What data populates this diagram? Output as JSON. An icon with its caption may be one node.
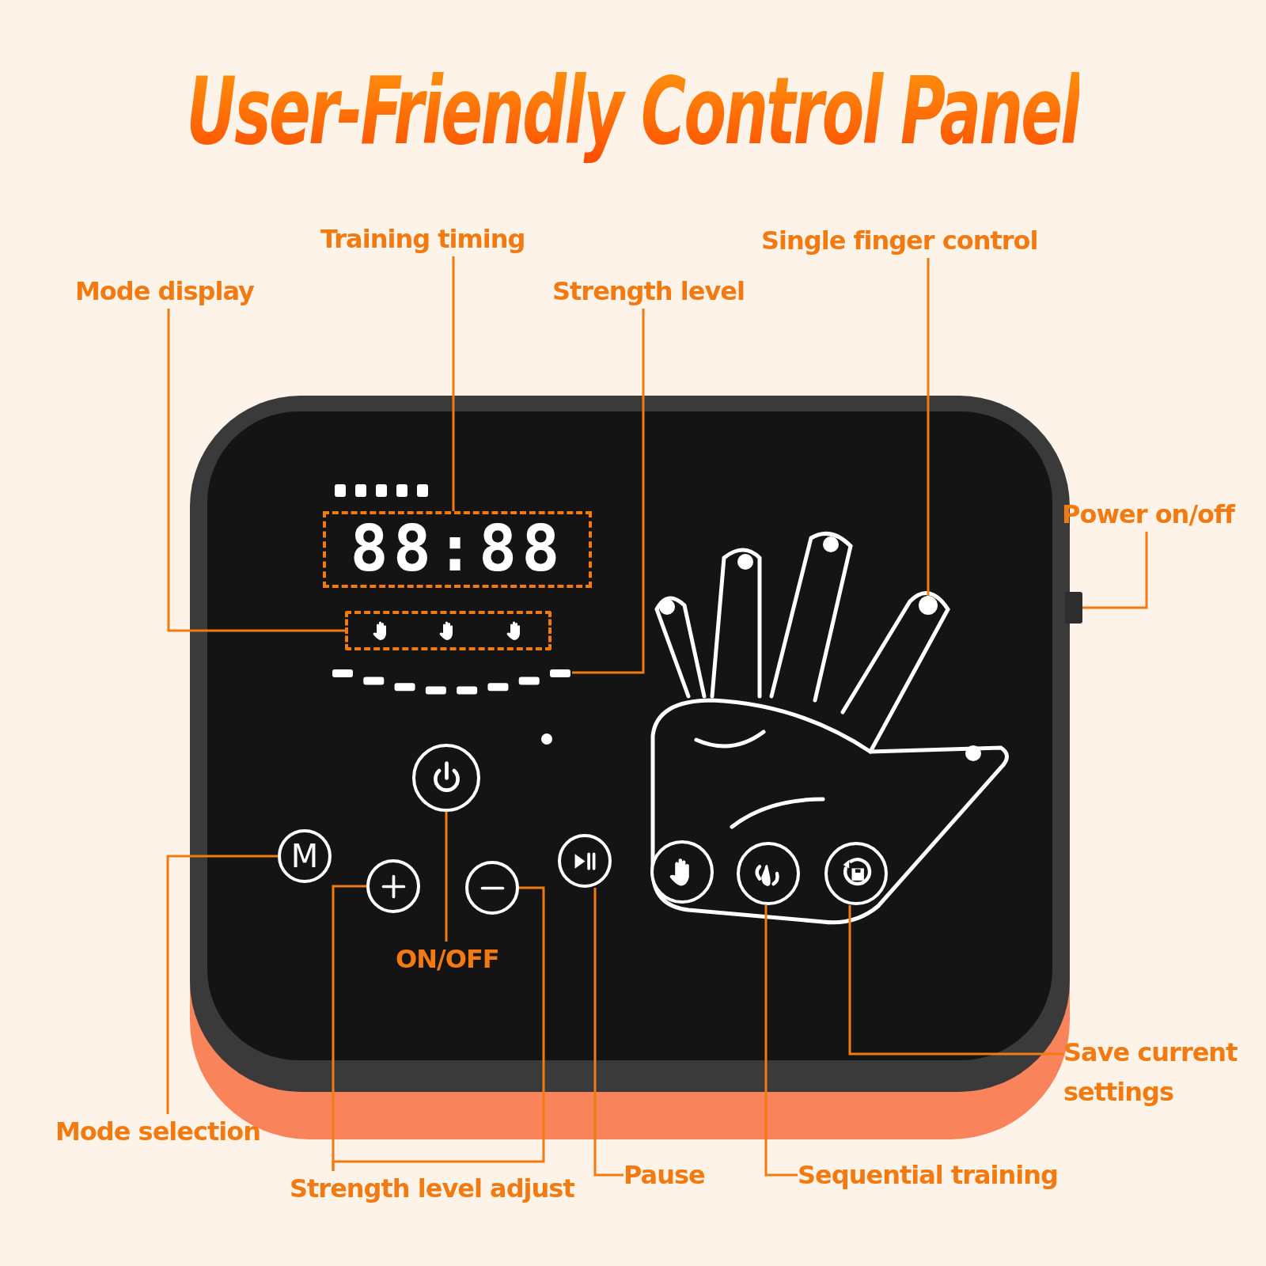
{
  "diagram": {
    "title": "User-Friendly Control Panel",
    "nodes": [
      {
        "text": [
          "Training timing"
        ]
      },
      {
        "text": [
          "88:88"
        ]
      },
      {
        "text": [
          "Mode display"
        ]
      },
      {
        "text": [],
        "shape": "box"
      },
      {
        "text": [
          "Strength level"
        ]
      },
      {
        "text": [],
        "shape": "bar"
      },
      {
        "text": [
          "Single finger control"
        ]
      },
      {
        "text": [],
        "shape": "circle"
      },
      {
        "text": [
          "Power on/off"
        ]
      },
      {
        "text": [],
        "shape": "box"
      },
      {
        "text": [
          "Mode selection"
        ]
      },
      {
        "text": [
          "M"
        ]
      },
      {
        "text": [
          "Strength level adjust"
        ]
      },
      {
        "text": [],
        "shape": "circle"
      },
      {
        "text": [],
        "shape": "circle"
      },
      {
        "text": [
          "ON/OFF"
        ]
      },
      {
        "text": [],
        "shape": "circle"
      },
      {
        "text": [
          "Pause"
        ]
      },
      {
        "text": [],
        "shape": "circle"
      },
      {
        "text": [
          "Sequential training"
        ]
      },
      {
        "text": [],
        "shape": "circle"
      },
      {
        "text": [
          "Save current settings"
        ]
      },
      {
        "text": [],
        "shape": "circle"
      },
      {
        "text": [],
        "shape": "circle"
      }
    ],
    "edges": [
      {
        "from": 0,
        "to": 1,
        "arrow": "none"
      },
      {
        "from": 2,
        "to": 3,
        "arrow": "none"
      },
      {
        "from": 4,
        "to": 5,
        "arrow": "none"
      },
      {
        "from": 6,
        "to": 7,
        "arrow": "none"
      },
      {
        "from": 8,
        "to": 9,
        "arrow": "none"
      },
      {
        "from": 10,
        "to": 11,
        "arrow": "none"
      },
      {
        "from": 12,
        "to": 13,
        "arrow": "none"
      },
      {
        "from": 12,
        "to": 14,
        "arrow": "none"
      },
      {
        "from": 15,
        "to": 16,
        "arrow": "none"
      },
      {
        "from": 17,
        "to": 18,
        "arrow": "none"
      },
      {
        "from": 19,
        "to": 20,
        "arrow": "none"
      },
      {
        "from": 21,
        "to": 22,
        "arrow": "none"
      }
    ]
  }
}
